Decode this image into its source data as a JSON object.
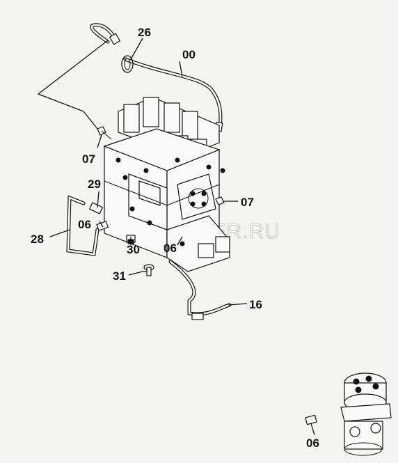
{
  "watermark": "AUTOPITER.RU",
  "callouts": [
    {
      "id": "c26",
      "text": "26"
    },
    {
      "id": "c00",
      "text": "00"
    },
    {
      "id": "c07a",
      "text": "07"
    },
    {
      "id": "c07b",
      "text": "07"
    },
    {
      "id": "c29",
      "text": "29"
    },
    {
      "id": "c06a",
      "text": "06"
    },
    {
      "id": "c28",
      "text": "28"
    },
    {
      "id": "c30",
      "text": "30"
    },
    {
      "id": "c06b",
      "text": "06"
    },
    {
      "id": "c31",
      "text": "31"
    },
    {
      "id": "c16",
      "text": "16"
    },
    {
      "id": "c06c",
      "text": "06"
    }
  ]
}
